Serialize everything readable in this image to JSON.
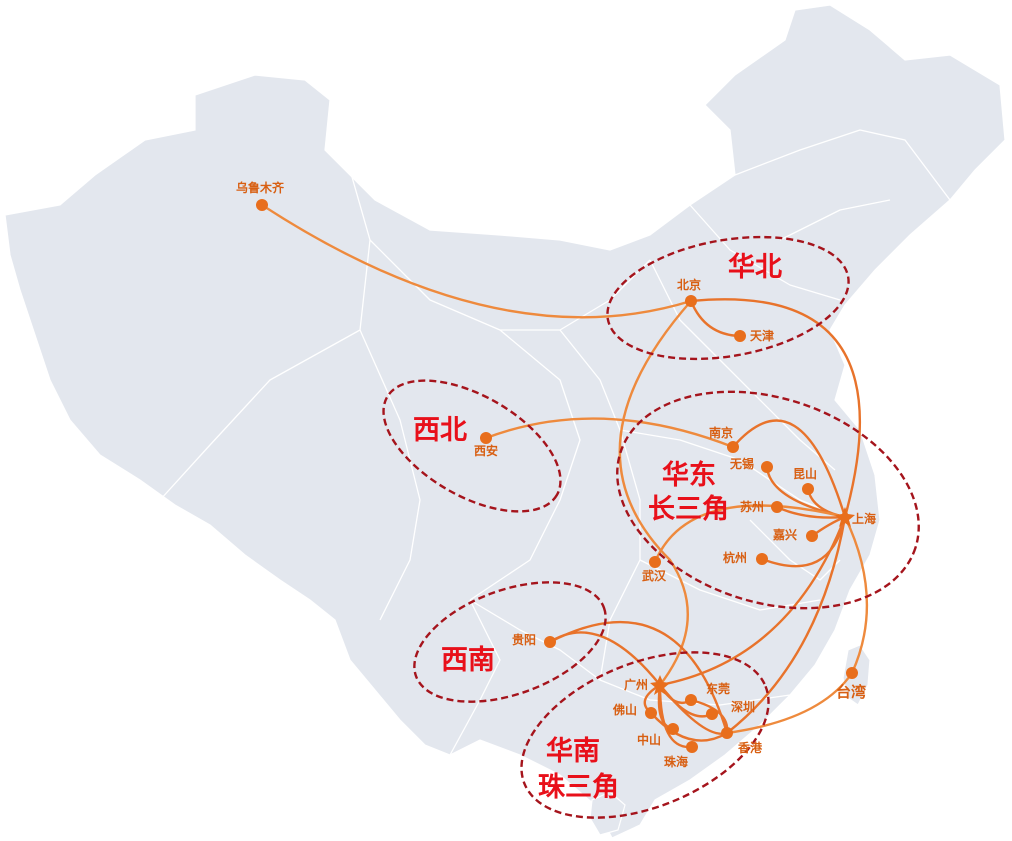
{
  "colors": {
    "route": "#e8732b",
    "route_light": "#ee8a3d",
    "city_dot": "#e86e1c",
    "city_label": "#d85f12",
    "region_ring": "#a5141c",
    "region_label": "#e8101a",
    "land": "#e3e7ee"
  },
  "cities": {
    "urumqi": "乌鲁木齐",
    "beijing": "北京",
    "tianjin": "天津",
    "xian": "西安",
    "nanjing": "南京",
    "wuxi": "无锡",
    "kunshan": "昆山",
    "suzhou": "苏州",
    "shanghai": "上海",
    "jiaxing": "嘉兴",
    "hangzhou": "杭州",
    "wuhan": "武汉",
    "guiyang": "贵阳",
    "guangzhou": "广州",
    "dongguan": "东莞",
    "foshan": "佛山",
    "shenzhen": "深圳",
    "zhongshan": "中山",
    "zhuhai": "珠海",
    "hongkong": "香港",
    "taiwan": "台湾"
  },
  "regions": {
    "north": "华北",
    "northwest": "西北",
    "east_line1": "华东",
    "east_line2": "长三角",
    "southwest": "西南",
    "south_line1": "华南",
    "south_line2": "珠三角"
  }
}
